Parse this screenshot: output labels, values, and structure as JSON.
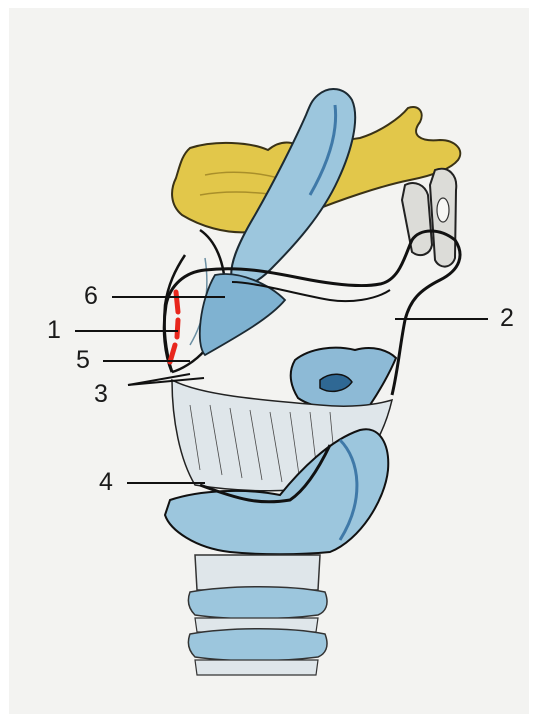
{
  "labels": {
    "l1": "1",
    "l2": "2",
    "l3": "3",
    "l4": "4",
    "l5": "5",
    "l6": "6"
  },
  "colors": {
    "paper": "#f3f3f1",
    "hyoid_yellow": "#e2c74a",
    "cartilage_blue": "#9cc6dd",
    "cartilage_dark_blue": "#3f79a8",
    "outline": "#111111",
    "incision_red": "#e8261c"
  }
}
